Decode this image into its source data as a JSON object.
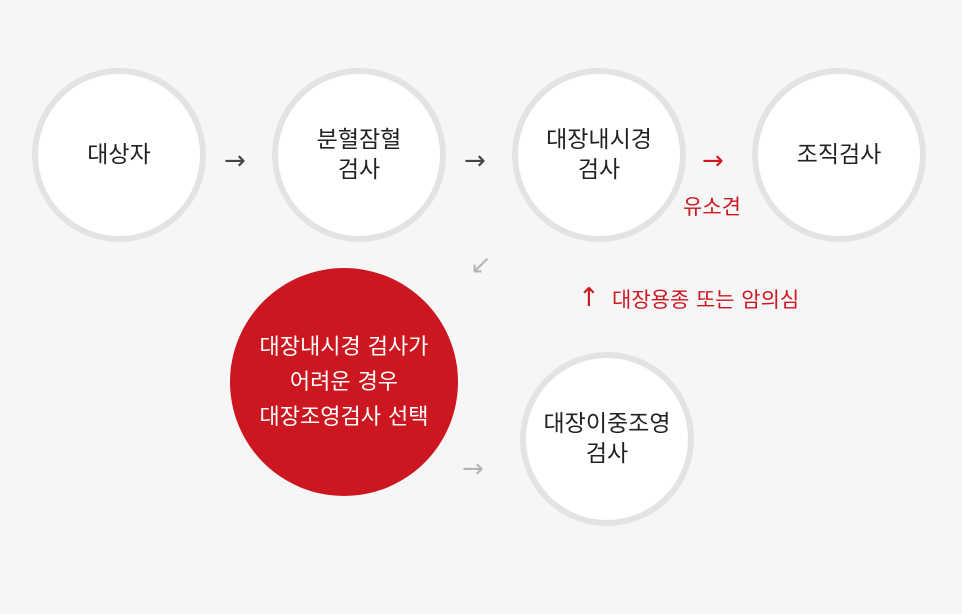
{
  "nodes": {
    "subject": {
      "lines": [
        "대상자"
      ]
    },
    "fecal_occult_blood": {
      "lines": [
        "분혈잠혈",
        "검사"
      ]
    },
    "colonoscopy": {
      "lines": [
        "대장내시경",
        "검사"
      ]
    },
    "biopsy": {
      "lines": [
        "조직검사"
      ]
    },
    "difficult_case": {
      "lines": [
        "대장내시경 검사가",
        "어려운 경우",
        "대장조영검사 선택"
      ]
    },
    "double_contrast": {
      "lines": [
        "대장이중조영",
        "검사"
      ]
    }
  },
  "arrows": {
    "right": "→",
    "down_left": "↙",
    "up": "↑"
  },
  "labels": {
    "findings": "유소견",
    "suspicion": "대장용종 또는 암의심"
  },
  "colors": {
    "accent": "#cc1720",
    "circle_border": "#e3e3e3",
    "background": "#f6f6f6"
  }
}
